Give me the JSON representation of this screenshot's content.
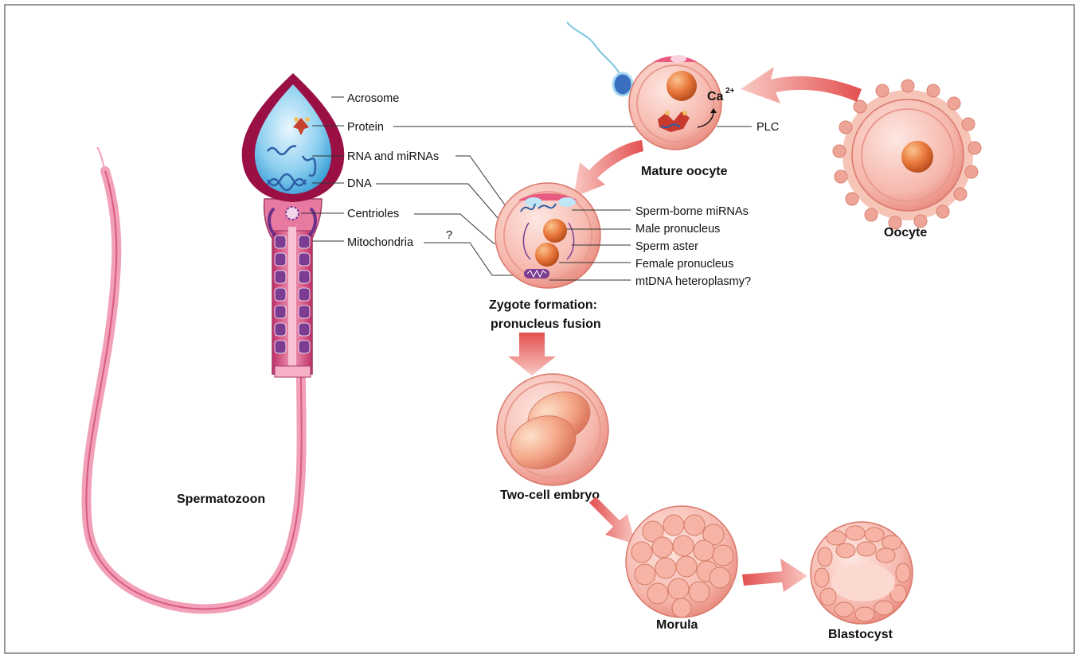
{
  "sperm_labels": {
    "acrosome": "Acrosome",
    "protein": "Protein",
    "rna": "RNA and miRNAs",
    "dna": "DNA",
    "centrioles": "Centrioles",
    "mitochondria": "Mitochondria",
    "question": "?"
  },
  "zygote_labels": {
    "mirnas": "Sperm-borne miRNAs",
    "male": "Male pronucleus",
    "aster": "Sperm aster",
    "female": "Female pronucleus",
    "mtdna": "mtDNA heteroplasmy?"
  },
  "stage_labels": {
    "spermatozoon": "Spermatozoon",
    "mature_oocyte": "Mature oocyte",
    "oocyte": "Oocyte",
    "zygote_line1": "Zygote formation:",
    "zygote_line2": "pronucleus fusion",
    "two_cell": "Two-cell embryo",
    "morula": "Morula",
    "blastocyst": "Blastocyst"
  },
  "oocyte_labels": {
    "ca": "Ca",
    "ca_sup": "2+",
    "plc": "PLC"
  },
  "colors": {
    "cell_pink": "#f6b7ad",
    "nucleus_orange": "#e8763a",
    "acrosome_crimson": "#9a1045",
    "head_blue": "#6ec3ea",
    "tail_pink": "#e06a8e",
    "arrow_red": "#e85a5a"
  }
}
